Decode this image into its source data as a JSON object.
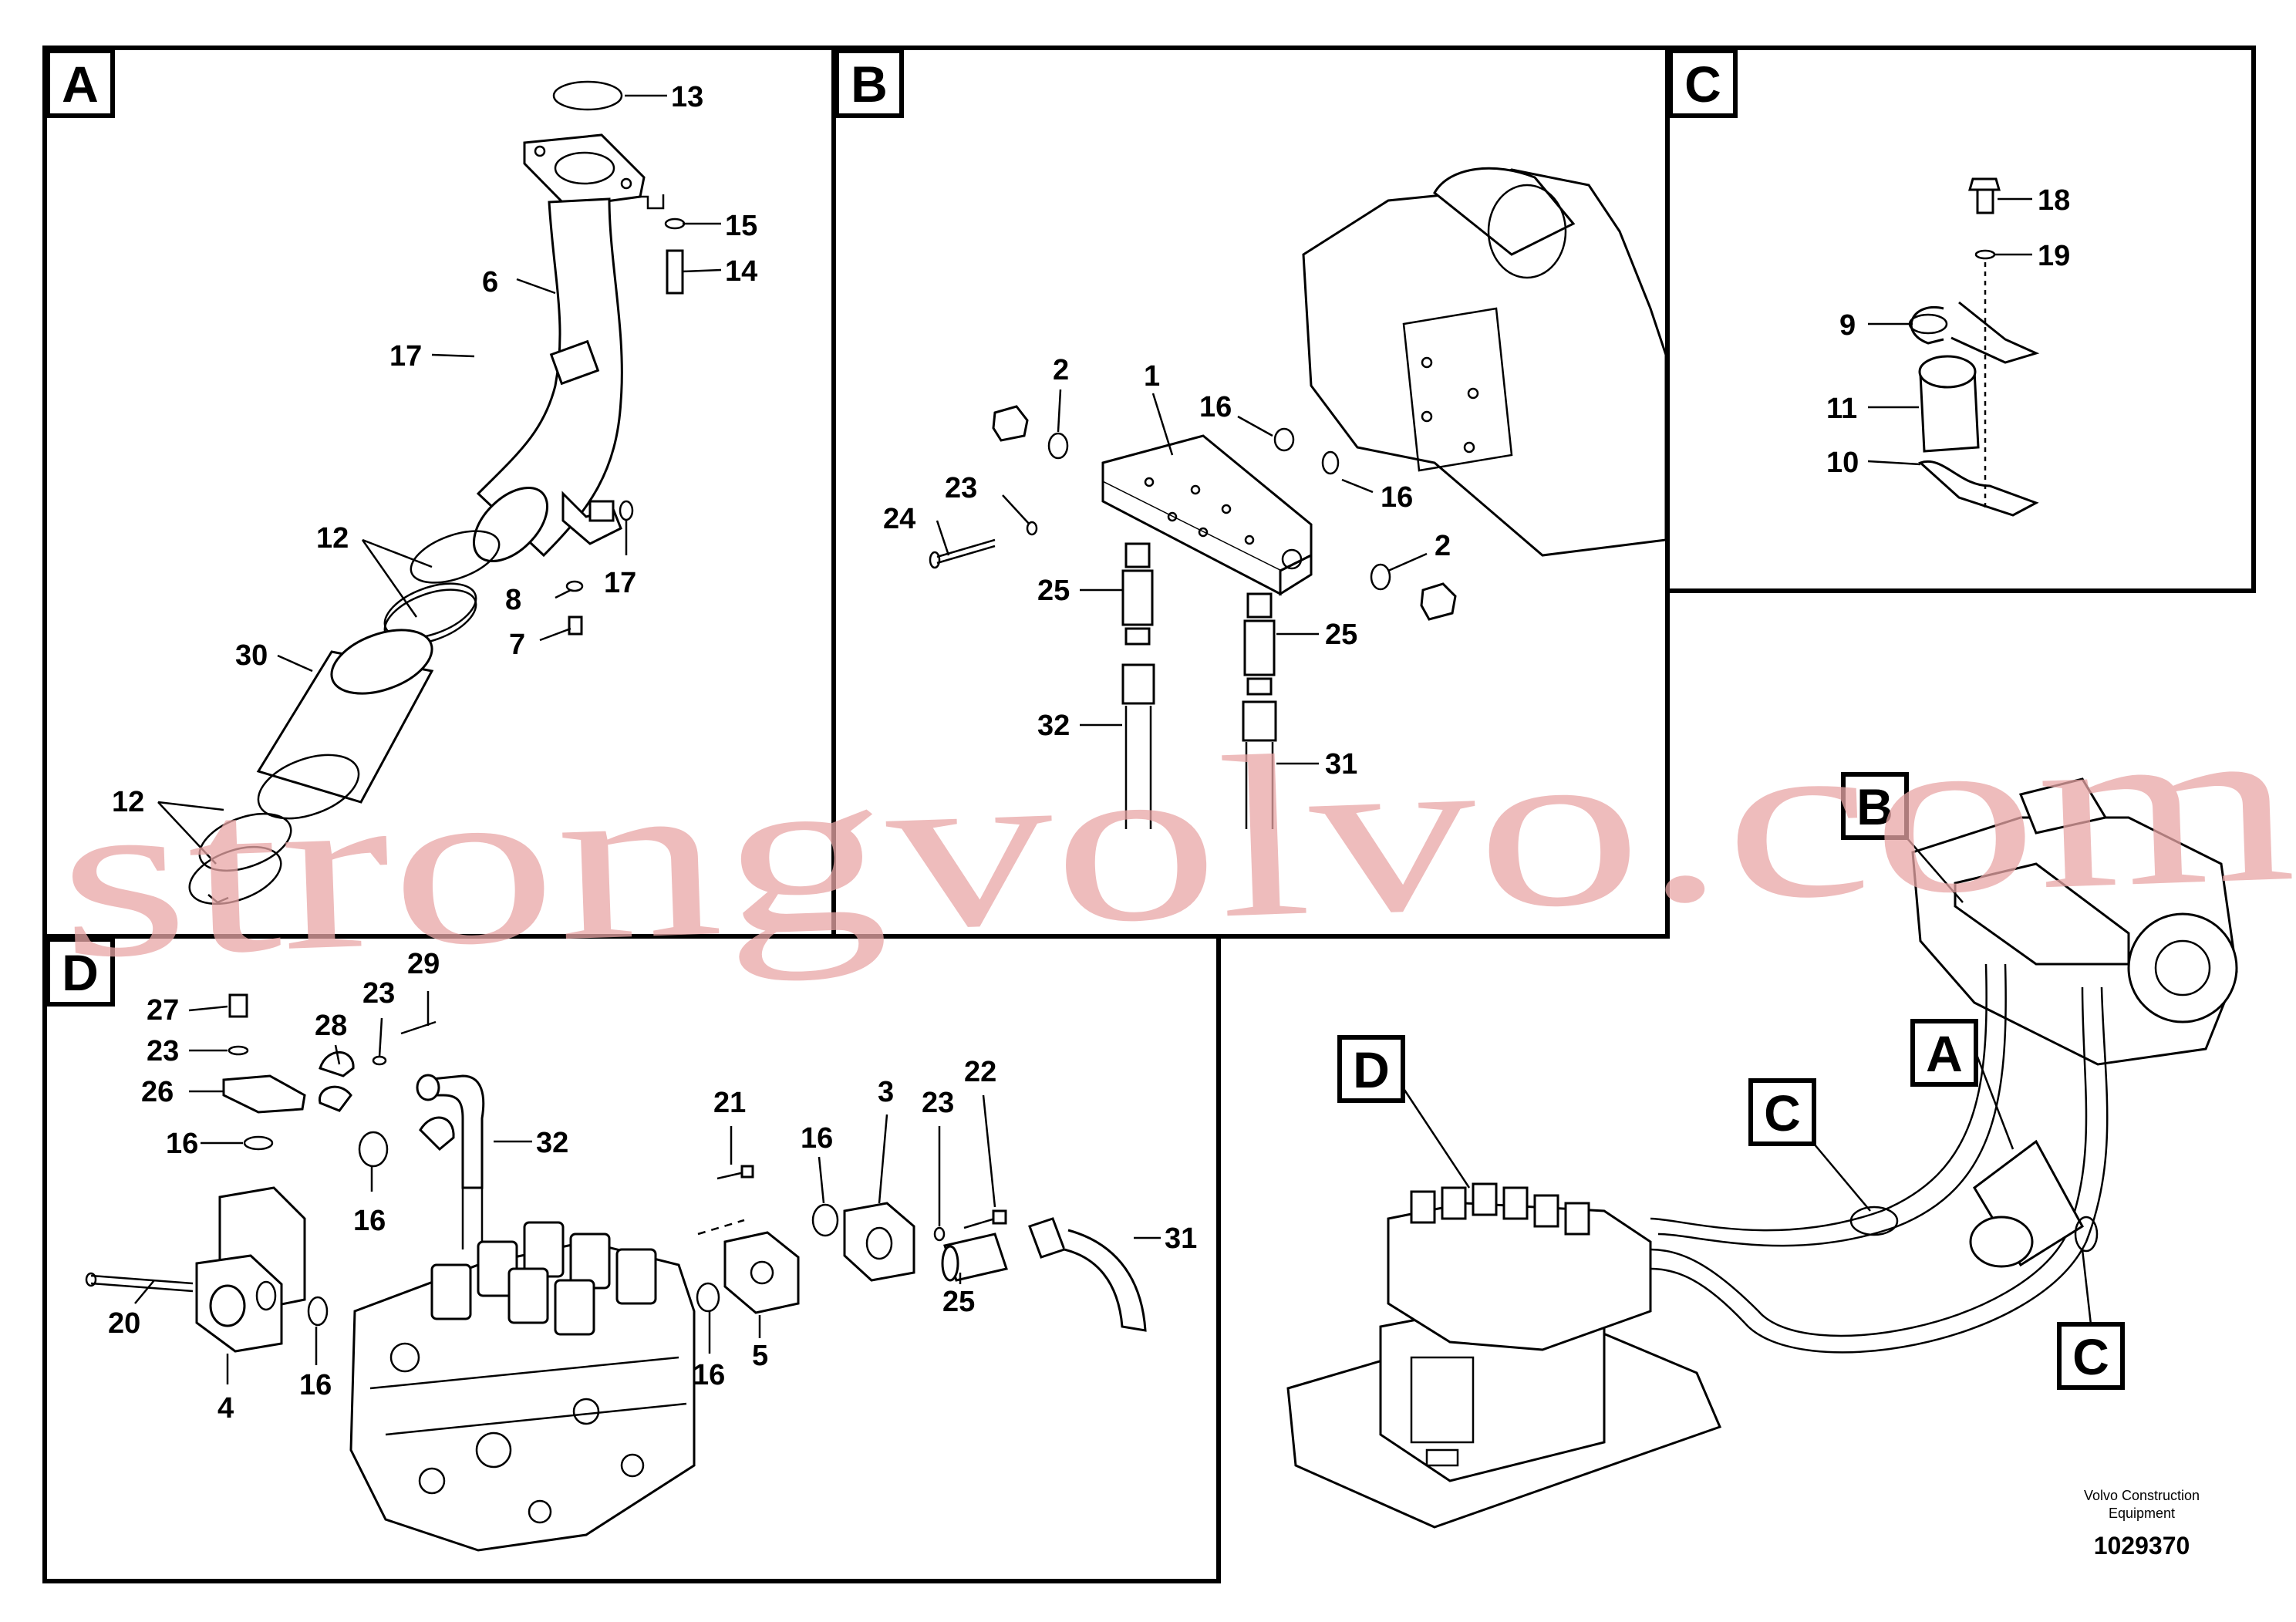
{
  "panels": {
    "a": {
      "label": "A"
    },
    "b": {
      "label": "B"
    },
    "c": {
      "label": "C"
    },
    "d": {
      "label": "D"
    }
  },
  "callouts": {
    "a": [
      "13",
      "15",
      "14",
      "6",
      "17",
      "12",
      "8",
      "17",
      "7",
      "30",
      "12"
    ],
    "b": [
      "2",
      "1",
      "16",
      "23",
      "24",
      "16",
      "2",
      "25",
      "25",
      "32",
      "31"
    ],
    "c": [
      "18",
      "19",
      "9",
      "11",
      "10"
    ],
    "d": [
      "29",
      "27",
      "23",
      "28",
      "23",
      "26",
      "16",
      "32",
      "16",
      "20",
      "4",
      "16",
      "21",
      "3",
      "23",
      "22",
      "16",
      "31",
      "25",
      "16",
      "5"
    ]
  },
  "overview_badges": [
    "B",
    "A",
    "C",
    "D",
    "C"
  ],
  "watermark": "strongvolvo.com",
  "footer": {
    "company_line1": "Volvo Construction",
    "company_line2": "Equipment",
    "drawing_number": "1029370"
  }
}
